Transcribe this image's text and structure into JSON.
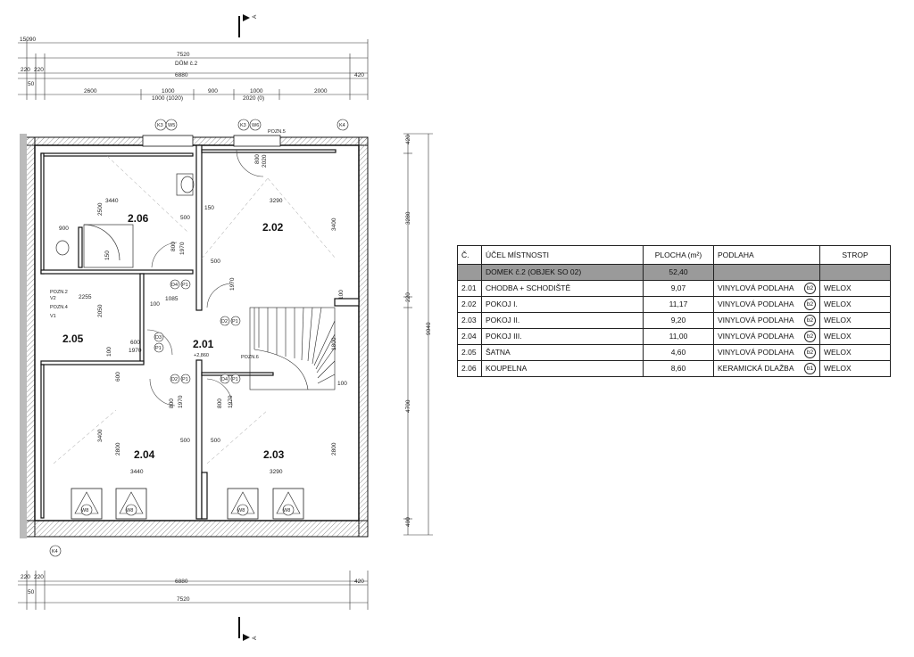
{
  "section_marks": [
    "A",
    "A"
  ],
  "top_dims": {
    "overall": "15090",
    "house_width": "7520",
    "house_label": "DŮM č.2",
    "inner_width": "6880",
    "wall_left_a": "220",
    "wall_left_b": "220",
    "wall_right": "420",
    "offset": "50",
    "segments": [
      "2600",
      "1000",
      "900",
      "1000",
      "2000"
    ],
    "opening_1": "1000 (1020)",
    "opening_2": "2020 (0)"
  },
  "bottom_dims": {
    "wall_left_a": "220",
    "wall_left_b": "220",
    "inner_width": "6880",
    "wall_right": "420",
    "offset": "50",
    "house_width": "7520"
  },
  "right_dims": {
    "segments": [
      "420",
      "3280",
      "220",
      "4700",
      "400"
    ],
    "total": "9040"
  },
  "rooms": [
    {
      "id": "2.06"
    },
    {
      "id": "2.02"
    },
    {
      "id": "2.05"
    },
    {
      "id": "2.01",
      "level": "+2,860"
    },
    {
      "id": "2.04"
    },
    {
      "id": "2.03"
    }
  ],
  "plan_labels": {
    "k3": "K3",
    "w5": "W5",
    "w6": "W6",
    "k4": "K4",
    "pozn5": "POZN.5",
    "pozn2": "POZN.2",
    "v2": "V2",
    "pozn4": "POZN.4",
    "v1": "V1",
    "pozn6": "POZN.6",
    "d4": "D4",
    "p1": "P1",
    "d2": "D2",
    "d3": "D3",
    "w8": "W8",
    "d_3440_top": "3440",
    "d_3290_top": "3290",
    "d_2500": "2500",
    "d_500_a": "500",
    "d_150_a": "150",
    "d_3400_right": "3400",
    "d_900": "900",
    "d_500_b": "500",
    "d_800_a": "800",
    "d_1970_a": "1970",
    "d_150_b": "150",
    "d_2255": "2255",
    "d_1085": "1085",
    "d_100_a": "100",
    "d_1970_b": "1970",
    "d_800_b": "800",
    "d_2020": "2020",
    "d_2050": "2050",
    "d_600": "600",
    "d_1970_c": "1970",
    "d_100_b": "100",
    "d_1800": "1800",
    "d_100_c": "100",
    "d_600_b": "600",
    "d_800_c": "800",
    "d_1970_d": "1970",
    "d_800_d": "800",
    "d_1970_e": "1970",
    "d_3400_left": "3400",
    "d_2800_a": "2800",
    "d_500_c": "500",
    "d_500_d": "500",
    "d_3440_bottom": "3440",
    "d_2800_b": "2800",
    "d_3290_bottom": "3290",
    "d_150_c": "150",
    "d_100_d": "100"
  },
  "table": {
    "headers": [
      "Č.",
      "ÚČEL MÍSTNOSTI",
      "PLOCHA (m²)",
      "PODLAHA",
      "STROP"
    ],
    "summary": {
      "name": "DOMEK č.2 (OBJEK SO 02)",
      "area": "52,40"
    },
    "rows": [
      {
        "no": "2.01",
        "name": "CHODBA + SCHODIŠTĚ",
        "area": "9,07",
        "floor": "VINYLOVÁ PODLAHA",
        "badge": "b2",
        "ceiling": "WELOX"
      },
      {
        "no": "2.02",
        "name": "POKOJ I.",
        "area": "11,17",
        "floor": "VINYLOVÁ PODLAHA",
        "badge": "b2",
        "ceiling": "WELOX"
      },
      {
        "no": "2.03",
        "name": "POKOJ II.",
        "area": "9,20",
        "floor": "VINYLOVÁ PODLAHA",
        "badge": "b2",
        "ceiling": "WELOX"
      },
      {
        "no": "2.04",
        "name": "POKOJ III.",
        "area": "11,00",
        "floor": "VINYLOVÁ PODLAHA",
        "badge": "b2",
        "ceiling": "WELOX"
      },
      {
        "no": "2.05",
        "name": "ŠATNA",
        "area": "4,60",
        "floor": "VINYLOVÁ PODLAHA",
        "badge": "b2",
        "ceiling": "WELOX"
      },
      {
        "no": "2.06",
        "name": "KOUPELNA",
        "area": "8,60",
        "floor": "KERAMICKÁ DLAŽBA",
        "badge": "b1",
        "ceiling": "WELOX"
      }
    ]
  }
}
